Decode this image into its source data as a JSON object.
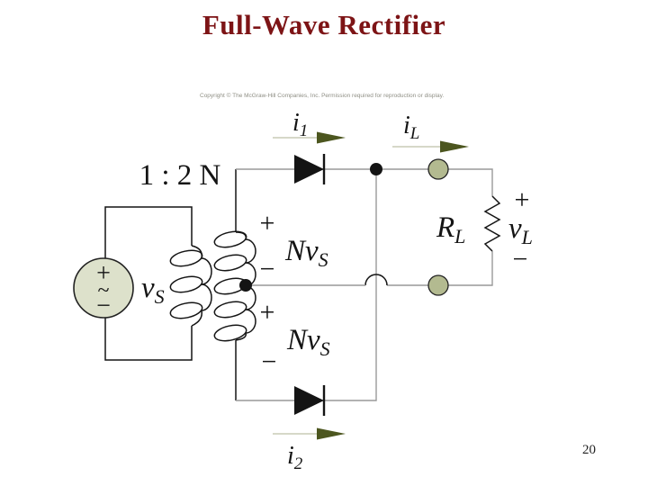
{
  "slide": {
    "title": "Full-Wave Rectifier",
    "page_number": "20",
    "copyright": "Copyright © The McGraw-Hill Companies, Inc. Permission required for reproduction or display."
  },
  "labels": {
    "turns_ratio": "1 : 2 N",
    "source_voltage": {
      "main": "v",
      "sub": "S"
    },
    "winding_top": {
      "main": "Nv",
      "sub": "S"
    },
    "winding_bottom": {
      "main": "Nv",
      "sub": "S"
    },
    "load_resistor": {
      "main": "R",
      "sub": "L"
    },
    "load_voltage": {
      "main": "v",
      "sub": "L"
    },
    "current_top": {
      "main": "i",
      "sub": "1"
    },
    "current_load": {
      "main": "i",
      "sub": "L"
    },
    "current_bottom": {
      "main": "i",
      "sub": "2"
    },
    "plus": "+",
    "minus": "−",
    "tilde": "~"
  },
  "colors": {
    "title": "#7d1416",
    "wire": "#999999",
    "ink": "#141414",
    "node_fill": "#b3ba90",
    "source_fill": "#dde1cb",
    "arrow_head": "#4c561f",
    "arrow_shaft": "#c9ccb6"
  }
}
